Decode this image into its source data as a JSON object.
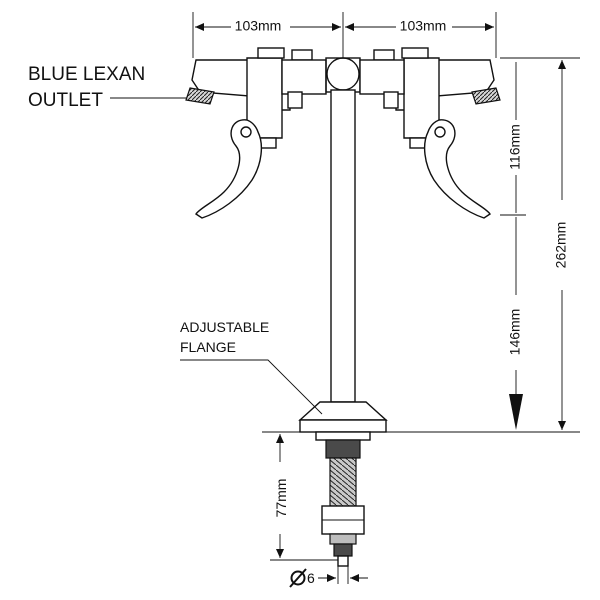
{
  "labels": {
    "outlet_line1": "BLUE LEXAN",
    "outlet_line2": "OUTLET",
    "flange_line1": "ADJUSTABLE",
    "flange_line2": "FLANGE"
  },
  "dimensions": {
    "left_arm": "103mm",
    "right_arm": "103mm",
    "upper_height": "116mm",
    "lower_height": "146mm",
    "total_height": "262mm",
    "shank_length": "77mm",
    "pipe_diameter": "6"
  },
  "icons": {
    "diameter_symbol": "diameter-icon"
  }
}
